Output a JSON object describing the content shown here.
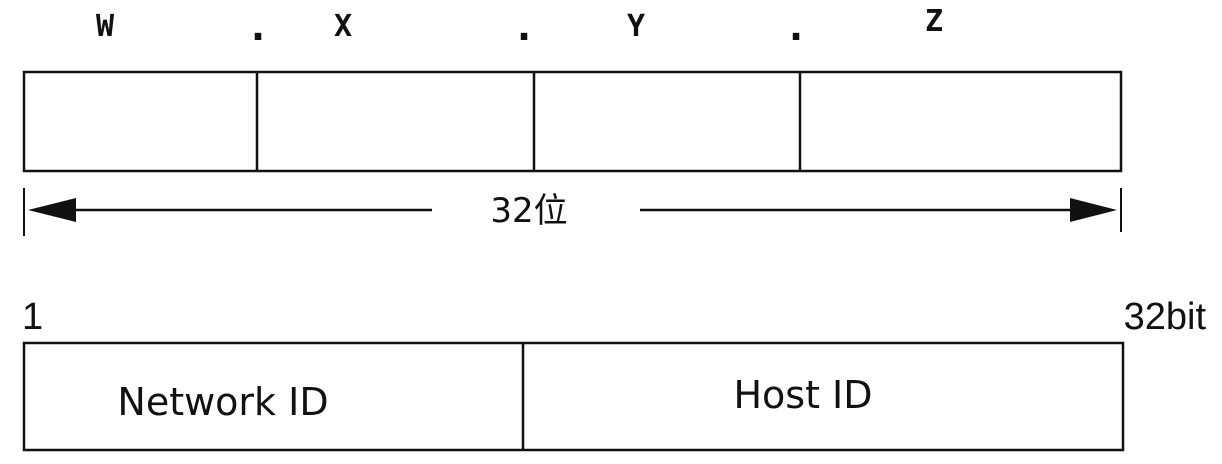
{
  "octets": {
    "w": "W",
    "x": "X",
    "y": "Y",
    "z": "Z"
  },
  "separator": ".",
  "span_label": "32位",
  "bit_start": "1",
  "bit_end": "32bit",
  "fields": {
    "network": "Network ID",
    "host": "Host ID"
  }
}
